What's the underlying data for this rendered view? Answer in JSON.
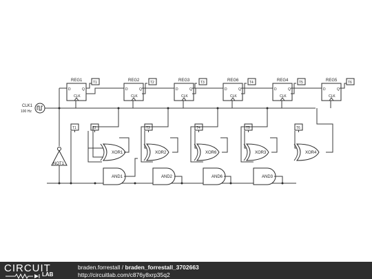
{
  "clock": {
    "name": "CLK1",
    "freq": "100 Hz"
  },
  "registers": [
    {
      "name": "REG1",
      "tag": "T1"
    },
    {
      "name": "REG2",
      "tag": "T2"
    },
    {
      "name": "REG3",
      "tag": "T3"
    },
    {
      "name": "REG6",
      "tag": "T4"
    },
    {
      "name": "REG4",
      "tag": "T5"
    },
    {
      "name": "REG5",
      "tag": "T6"
    }
  ],
  "register_pins": {
    "d": "D",
    "q": "Q",
    "clk": "CLK"
  },
  "xor_gates": [
    "XOR1",
    "XOR2",
    "XOR6",
    "XOR3",
    "XOR4"
  ],
  "and_gates": [
    "AND1",
    "AND2",
    "AND6",
    "AND3"
  ],
  "not_gate": "NOT1",
  "taps": [
    "T1",
    "T2",
    "T3",
    "T4",
    "T5",
    "T6"
  ],
  "footer": {
    "logo_top": "CIRCUIT",
    "logo_bottom": "LAB",
    "author": "braden.forrestall",
    "separator": " / ",
    "project": "braden_forrestall_3702663",
    "url": "http://circuitlab.com/c876y8xrp35q2"
  }
}
